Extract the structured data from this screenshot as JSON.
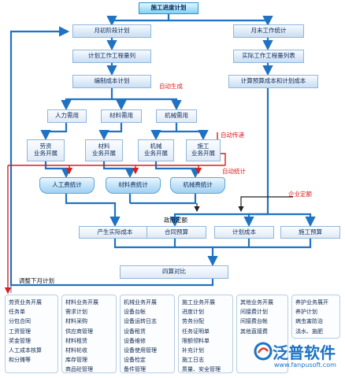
{
  "nodes": {
    "construction_plan": "施工进度计划",
    "month_begin_plan": "月初阶段计划",
    "month_end_stats": "月末工作统计",
    "planned_quantities": "计划工作工程量列",
    "actual_quantities": "实际工作工程量列表",
    "cost_plan": "编制成本计划",
    "calc_cost": "计算预算成本和计划成本",
    "labor_need": "人力需用",
    "material_need": "材料需用",
    "machine_need": "机械需用",
    "labor_ops": "劳资\n业务开展",
    "material_ops": "材料\n业务开展",
    "machine_ops": "机械\n业务开展",
    "construction_ops": "施工\n业务开展",
    "labor_stats": "人工费统计",
    "material_stats": "材料费统计",
    "machine_stats": "机械费统计",
    "actual_cost": "产生实际成本",
    "contract_budget": "合同预算",
    "planned_cost": "计划成本",
    "construction_budget": "施工预算",
    "four_compare": "四算对比"
  },
  "labels": {
    "auto_generate": "自动生成",
    "auto_transfer": "自动传递",
    "auto_stats": "自动统计",
    "company_quota": "企业定额",
    "gov_quota": "政府定额",
    "adjust_next_month": "调整下月计划"
  },
  "modules": [
    {
      "title": "劳资业务开展",
      "items": [
        "任务单",
        "分包合同",
        "工资管理",
        "奖金管理",
        "人工成本核算",
        "和分摊等"
      ]
    },
    {
      "title": "材料业务开展",
      "items": [
        "需求计划",
        "材料采购",
        "供应商管理",
        "材料租赁",
        "材料轮收",
        "库存管理",
        "商品砼管理"
      ]
    },
    {
      "title": "机械业务开展",
      "items": [
        "设备台帐",
        "设备运转日志",
        "设备租赁",
        "设备维修",
        "设备使用管理",
        "设备检定",
        "备件管理"
      ]
    },
    {
      "title": "施工业务开展",
      "items": [
        "进度计划",
        "劳务分配",
        "任务证明单",
        "限额领料单",
        "补充计划",
        "施工日志",
        "质量、安全管理"
      ]
    },
    {
      "title": "其他业务开展",
      "items": [
        "间接费计划",
        "间接费台帐",
        "其他直接费"
      ]
    },
    {
      "title": "",
      "items": [
        "养护业务展开",
        "养护计划",
        "病虫害防治",
        "浇水、施肥"
      ]
    }
  ],
  "logo": {
    "brand": "泛普软件",
    "url": "www.fanpusoft.com"
  },
  "colors": {
    "flow_blue": "#1f73c2",
    "red_line": "#d81e1e",
    "top_box": "#7fd2f6"
  }
}
